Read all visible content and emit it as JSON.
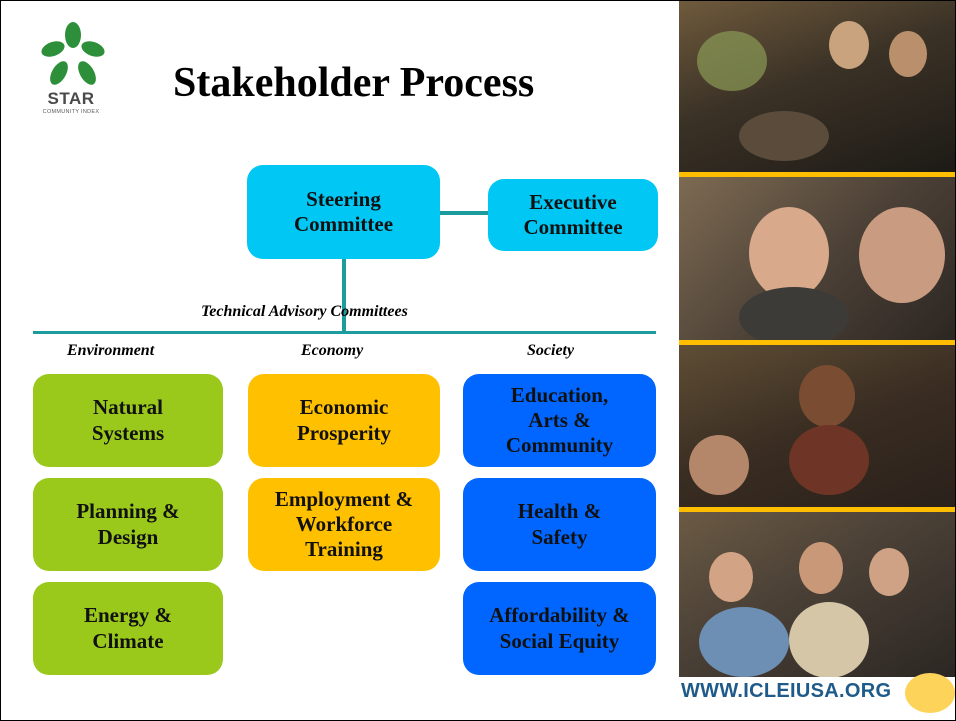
{
  "logo": {
    "word": "STAR",
    "sub": "COMMUNITY INDEX",
    "icon": "star-leaves-logo"
  },
  "title": "Stakeholder Process",
  "top_committees": {
    "steering": "Steering\nCommittee",
    "executive": "Executive\nCommittee"
  },
  "technical_advisory_label": "Technical Advisory Committees",
  "categories": {
    "environment": {
      "label": "Environment",
      "items": [
        "Natural\nSystems",
        "Planning &\nDesign",
        "Energy &\nClimate"
      ]
    },
    "economy": {
      "label": "Economy",
      "items": [
        "Economic\nProsperity",
        "Employment &\nWorkforce\nTraining"
      ]
    },
    "society": {
      "label": "Society",
      "items": [
        "Education,\nArts &\nCommunity",
        "Health &\nSafety",
        "Affordability &\nSocial Equity"
      ]
    }
  },
  "colors": {
    "steering": "#00c7f4",
    "environment": "#9ac81b",
    "economy": "#ffc000",
    "society": "#0066ff",
    "connector": "#1c9c9c"
  },
  "photos": [
    "conference-audience-photo",
    "two-men-discussion-photo",
    "woman-speaking-microphone-photo",
    "seated-audience-photo"
  ],
  "footer_url": "WWW.ICLEIUSA.ORG"
}
